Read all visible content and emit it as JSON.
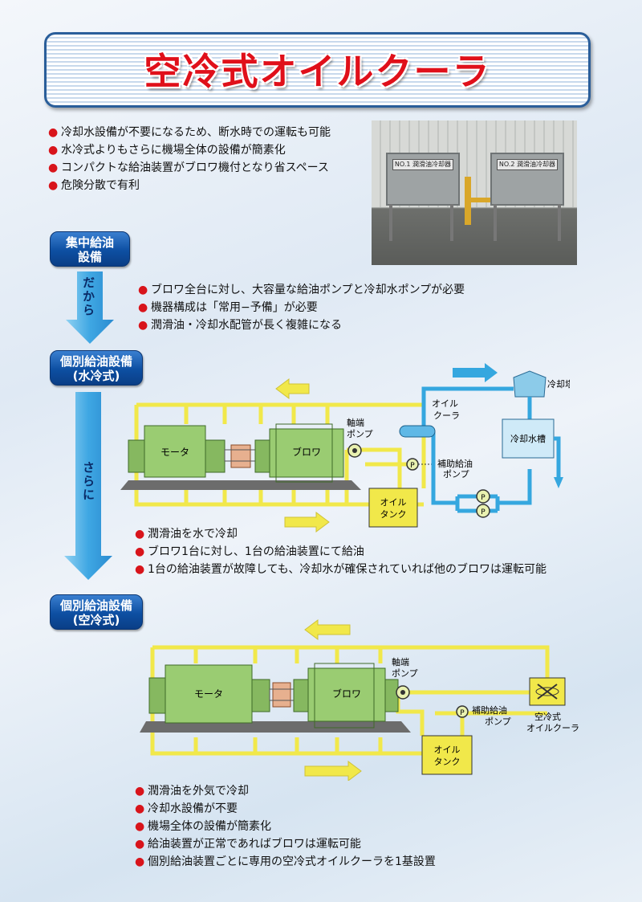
{
  "title": "空冷式オイルクーラ",
  "intro_bullets": [
    "冷却水設備が不要になるため、断水時での運転も可能",
    "水冷式よりもさらに機場全体の設備が簡素化",
    "コンパクトな給油装置がブロワ機付となり省スペース",
    "危険分散で有利"
  ],
  "photo": {
    "plate1": "NO.1 潤滑油冷却器",
    "plate2": "NO.2 潤滑油冷却器"
  },
  "section1": {
    "label_line1": "集中給油",
    "label_line2": "設備",
    "arrow_label": "だから",
    "bullets": [
      "ブロワ全台に対し、大容量な給油ポンプと冷却水ポンプが必要",
      "機器構成は「常用−予備」が必要",
      "潤滑油・冷却水配管が長く複雑になる"
    ]
  },
  "section2": {
    "label_line1": "個別給油設備",
    "label_line2": "(水冷式)",
    "arrow_label": "さらに",
    "diagram": {
      "motor": "モータ",
      "blower": "ブロワ",
      "shaft_pump_1": "軸端",
      "shaft_pump_2": "ポンプ",
      "oil_cooler_1": "オイル",
      "oil_cooler_2": "クーラ",
      "cooling_tower": "冷却塔",
      "cooling_tank": "冷却水槽",
      "aux_pump_1": "補助給油",
      "aux_pump_2": "ポンプ",
      "oil_tank_1": "オイル",
      "oil_tank_2": "タンク",
      "pump_symbol": "P"
    },
    "bullets": [
      "潤滑油を水で冷却",
      "ブロワ1台に対し、1台の給油装置にて給油",
      "1台の給油装置が故障しても、冷却水が確保されていれば他のブロワは運転可能"
    ]
  },
  "section3": {
    "label_line1": "個別給油設備",
    "label_line2": "(空冷式)",
    "diagram": {
      "motor": "モータ",
      "blower": "ブロワ",
      "shaft_pump_1": "軸端",
      "shaft_pump_2": "ポンプ",
      "aux_pump_1": "補助給油",
      "aux_pump_2": "ポンプ",
      "oil_tank_1": "オイル",
      "oil_tank_2": "タンク",
      "air_cooler_1": "空冷式",
      "air_cooler_2": "オイルクーラ",
      "pump_symbol": "P"
    },
    "bullets": [
      "潤滑油を外気で冷却",
      "冷却水設備が不要",
      "機場全体の設備が簡素化",
      "給油装置が正常であればブロワは運転可能",
      "個別給油装置ごとに専用の空冷式オイルクーラを1基設置"
    ]
  },
  "colors": {
    "accent_red": "#d8141b",
    "title_red": "#e0101a",
    "pill_blue": "#0d4fa2",
    "oil_line": "#f1e84a",
    "water_line": "#35a7df",
    "machine_green": "#8ec46a"
  }
}
